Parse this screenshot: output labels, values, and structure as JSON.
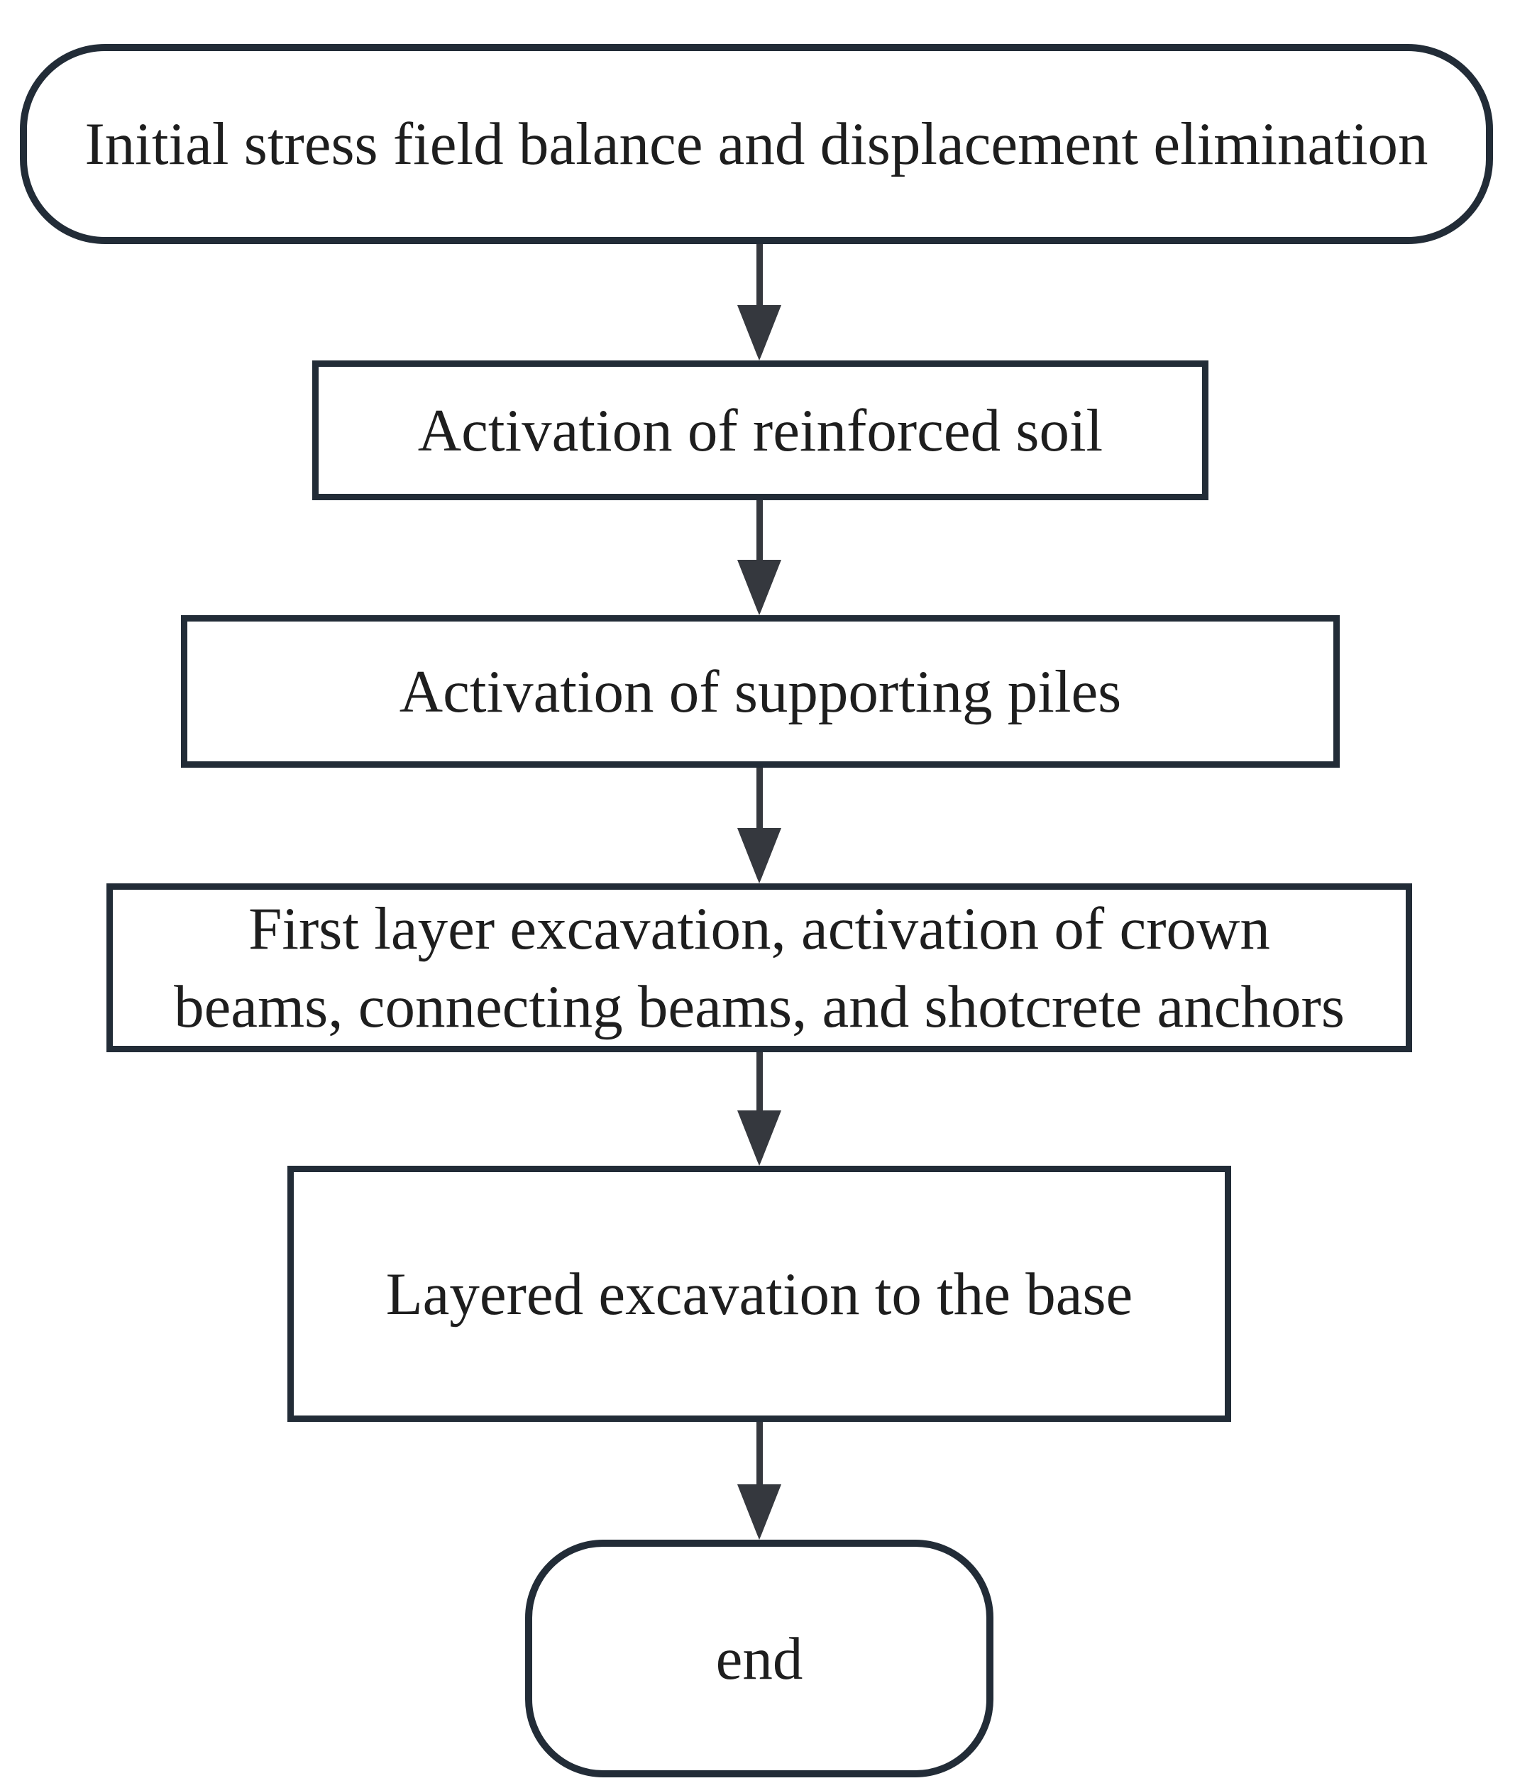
{
  "flowchart": {
    "nodes": [
      {
        "id": "start",
        "shape": "rounded-terminator",
        "lines": [
          "Initial stress field balance and displacement elimination"
        ]
      },
      {
        "id": "activate-reinforced-soil",
        "shape": "rectangle-process",
        "lines": [
          "Activation of reinforced soil"
        ]
      },
      {
        "id": "activate-supporting-piles",
        "shape": "rectangle-process",
        "lines": [
          "Activation of supporting piles"
        ]
      },
      {
        "id": "first-layer-excavation",
        "shape": "rectangle-process",
        "lines": [
          "First layer excavation, activation of crown",
          "beams, connecting beams, and shotcrete anchors"
        ]
      },
      {
        "id": "layered-excavation-to-base",
        "shape": "rectangle-process",
        "lines": [
          "Layered excavation to the base"
        ]
      },
      {
        "id": "end",
        "shape": "rounded-terminator",
        "lines": [
          "end"
        ]
      }
    ],
    "edges": [
      {
        "from": "start",
        "to": "activate-reinforced-soil",
        "direction": "down"
      },
      {
        "from": "activate-reinforced-soil",
        "to": "activate-supporting-piles",
        "direction": "down"
      },
      {
        "from": "activate-supporting-piles",
        "to": "first-layer-excavation",
        "direction": "down"
      },
      {
        "from": "first-layer-excavation",
        "to": "layered-excavation-to-base",
        "direction": "down"
      },
      {
        "from": "layered-excavation-to-base",
        "to": "end",
        "direction": "down"
      }
    ],
    "colors": {
      "node_border": "#222c37",
      "arrow": "#35383e",
      "text": "#1e1e1e",
      "background": "#ffffff"
    }
  }
}
